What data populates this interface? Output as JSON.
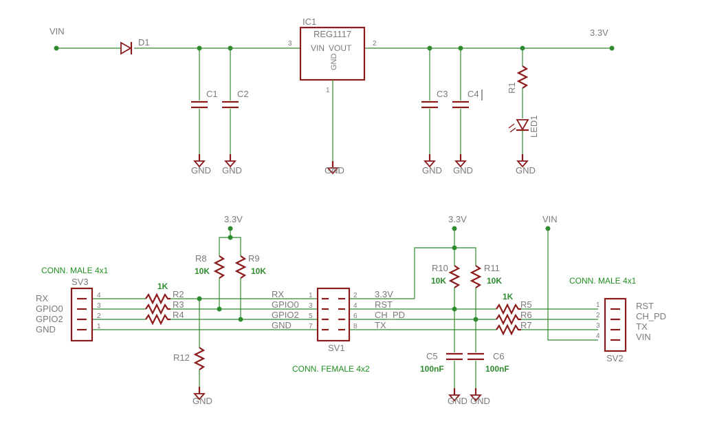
{
  "labels": {
    "vin_top": "VIN",
    "v33_top": "3.3V",
    "d1": "D1",
    "ic1": "IC1",
    "ic1_value": "REG1117",
    "ic1_vin": "VIN",
    "ic1_vout": "VOUT",
    "ic1_gnd": "GND",
    "ic1_pin_in": "3",
    "ic1_pin_out": "2",
    "ic1_pin_gnd": "1",
    "c1": "C1",
    "c2": "C2",
    "c3": "C3",
    "c4": "C4",
    "r1": "R1",
    "led1": "LED1",
    "gnd": "GND",
    "v33_r8r9": "3.3V",
    "v33_r10r11": "3.3V",
    "vin_sv2": "VIN",
    "r8": "R8",
    "r8_val": "10K",
    "r9": "R9",
    "r9_val": "10K",
    "r10": "R10",
    "r10_val": "10K",
    "r11": "R11",
    "r11_val": "10K",
    "r2": "R2",
    "r3": "R3",
    "r4": "R4",
    "r2r4_val": "1K",
    "r5": "R5",
    "r6": "R6",
    "r7": "R7",
    "r5r7_val": "1K",
    "r12": "R12",
    "c5": "C5",
    "c5_val": "100nF",
    "c6": "C6",
    "c6_val": "100nF",
    "sv3": "SV3",
    "sv3_desc": "CONN. MALE 4x1",
    "sv1": "SV1",
    "sv1_desc": "CONN. FEMALE 4x2",
    "sv2": "SV2",
    "sv2_desc": "CONN. MALE 4x1"
  },
  "sv3": {
    "nets": [
      "RX",
      "GPIO0",
      "GPIO2",
      "GND"
    ],
    "pins": [
      "4",
      "3",
      "2",
      "1"
    ]
  },
  "sv1": {
    "left_nets": [
      "RX",
      "GPIO0",
      "GPIO2",
      "GND"
    ],
    "left_pins": [
      "1",
      "3",
      "5",
      "7"
    ],
    "right_pins": [
      "2",
      "4",
      "6",
      "8"
    ],
    "right_nets": [
      "3.3V",
      "RST",
      "CH_PD",
      "TX"
    ]
  },
  "sv2": {
    "pins": [
      "1",
      "2",
      "3",
      "4"
    ],
    "nets": [
      "RST",
      "CH_PD",
      "TX",
      "VIN"
    ]
  },
  "colors": {
    "wire": "#2e8b2e",
    "part": "#8b1a1a",
    "label": "#7a7a7a",
    "value": "#1f8f1f"
  }
}
